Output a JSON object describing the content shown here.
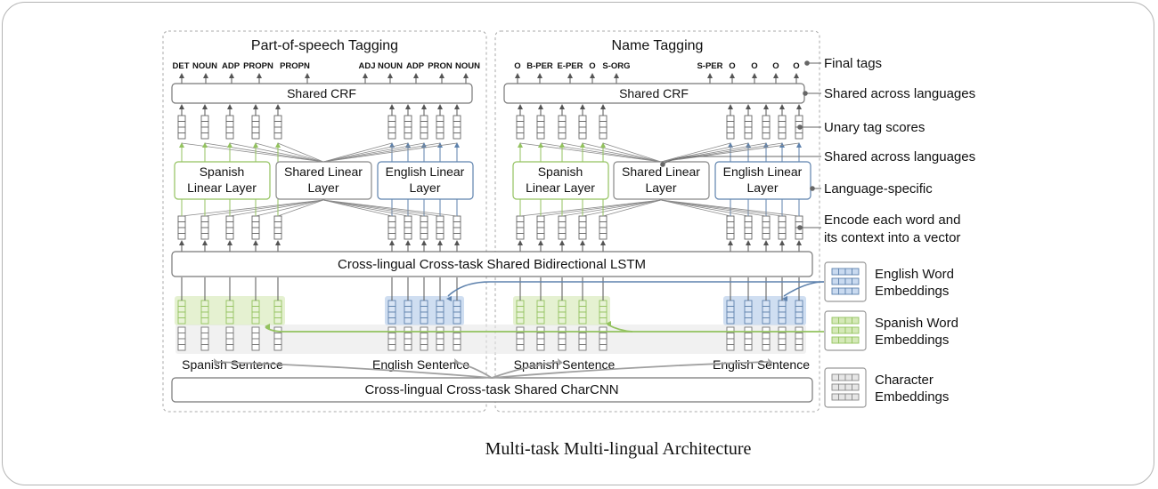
{
  "caption": "Multi-task Multi-lingual Architecture",
  "panels": [
    {
      "title": "Part-of-speech Tagging",
      "tags_left": [
        "DET",
        "NOUN",
        "ADP",
        "PROPN",
        "PROPN"
      ],
      "tags_right": [
        "ADJ",
        "NOUN",
        "ADP",
        "PRON",
        "NOUN"
      ],
      "crf": "Shared CRF",
      "spanish_linear": [
        "Spanish",
        "Linear Layer"
      ],
      "shared_linear": [
        "Shared Linear",
        "Layer"
      ],
      "english_linear": [
        "English Linear",
        "Layer"
      ],
      "spanish_sentence": "Spanish Sentence",
      "english_sentence": "English Sentence"
    },
    {
      "title": "Name Tagging",
      "tags_left": [
        "O",
        "B-PER",
        "E-PER",
        "O",
        "S-ORG"
      ],
      "tags_right": [
        "S-PER",
        "O",
        "O",
        "O",
        "O"
      ],
      "crf": "Shared CRF",
      "spanish_linear": [
        "Spanish",
        "Linear Layer"
      ],
      "shared_linear": [
        "Shared Linear",
        "Layer"
      ],
      "english_linear": [
        "English Linear",
        "Layer"
      ],
      "spanish_sentence": "Spanish Sentence",
      "english_sentence": "English Sentence"
    }
  ],
  "lstm": "Cross-lingual Cross-task Shared Bidirectional LSTM",
  "charcnn": "Cross-lingual Cross-task Shared CharCNN",
  "annotations": {
    "final_tags": "Final tags",
    "shared_crf": "Shared across languages",
    "unary": "Unary tag scores",
    "shared_linear": "Shared across languages",
    "lang_specific": "Language-specific",
    "encode": [
      "Encode each word and",
      "its context into a vector"
    ]
  },
  "legend": [
    {
      "lines": [
        "English Word",
        "Embeddings"
      ]
    },
    {
      "lines": [
        "Spanish Word",
        "Embeddings"
      ]
    },
    {
      "lines": [
        "Character",
        "Embeddings"
      ]
    }
  ],
  "colors": {
    "green": "#93c25f",
    "blue": "#5e82ad",
    "grey": "#7f7f7f",
    "green_fill": "#dcecc2",
    "blue_fill": "#c7d8ef"
  }
}
